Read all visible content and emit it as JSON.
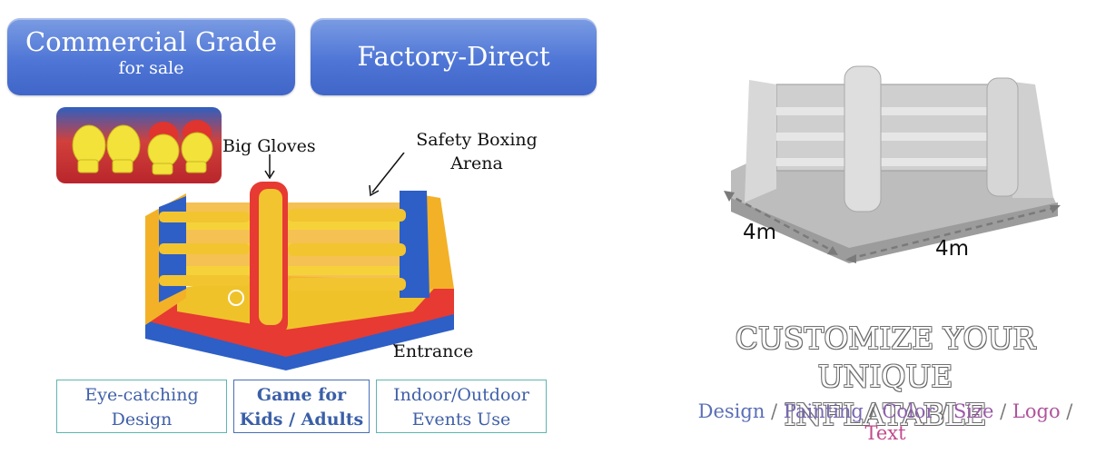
{
  "badges": {
    "commercial_title": "Commercial Grade",
    "commercial_sub": "for sale",
    "factory": "Factory-Direct"
  },
  "callouts": {
    "gloves": "Big Gloves",
    "arena_line1": "Safety Boxing",
    "arena_line2": "Arena",
    "entrance": "Entrance"
  },
  "features": [
    {
      "line1": "Eye-catching",
      "line2": "Design"
    },
    {
      "line1": "Game for",
      "line2": "Kids / Adults"
    },
    {
      "line1": "Indoor/Outdoor",
      "line2": "Events Use"
    }
  ],
  "dimensions": {
    "width": "4m",
    "length": "4m"
  },
  "customize": {
    "title_line1": "CUSTOMIZE YOUR UNIQUE",
    "title_line2": "INFLATABLE",
    "options": [
      {
        "label": "Design",
        "color": "#5b6fb5"
      },
      {
        "label": "Painting",
        "color": "#7a67b2"
      },
      {
        "label": "Color",
        "color": "#8d62ad"
      },
      {
        "label": "Size",
        "color": "#9b5aa8"
      },
      {
        "label": "Logo",
        "color": "#b0539d"
      },
      {
        "label": "Text",
        "color": "#c24a8c"
      }
    ],
    "separator": " / "
  },
  "colors": {
    "badge_blue": "#4f76d6",
    "feature_border_teal": "#5fb5b0",
    "feature_text": "#3f5fa8"
  }
}
